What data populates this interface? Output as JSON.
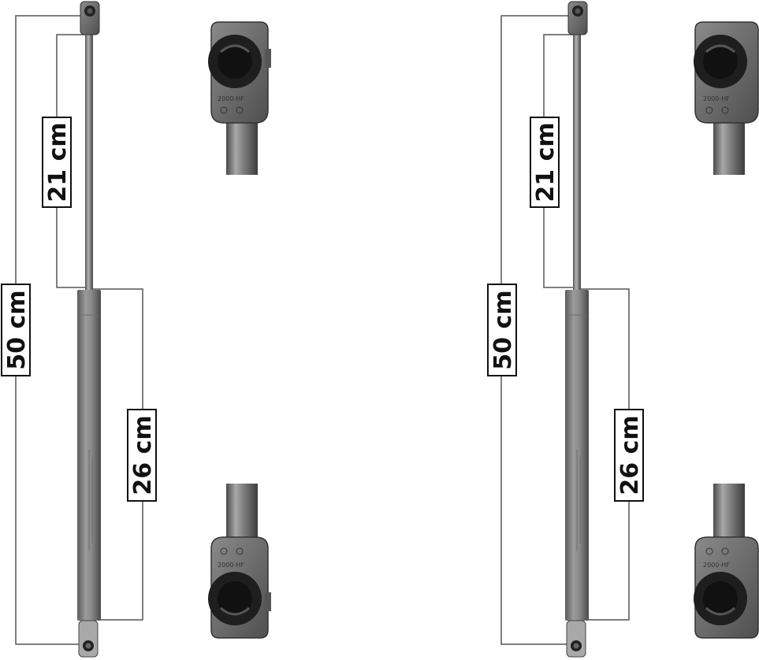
{
  "struts": [
    {
      "total_length": "50 cm",
      "rod_length": "21 cm",
      "body_length": "26 cm"
    },
    {
      "total_length": "50 cm",
      "rod_length": "21 cm",
      "body_length": "26 cm"
    }
  ],
  "colors": {
    "dimension_line": "#555555",
    "strut_body": "#7a7a7a",
    "rod": "#8c8c8c",
    "end_fitting": "#6e6e6e",
    "label_box_border": "#111111"
  }
}
